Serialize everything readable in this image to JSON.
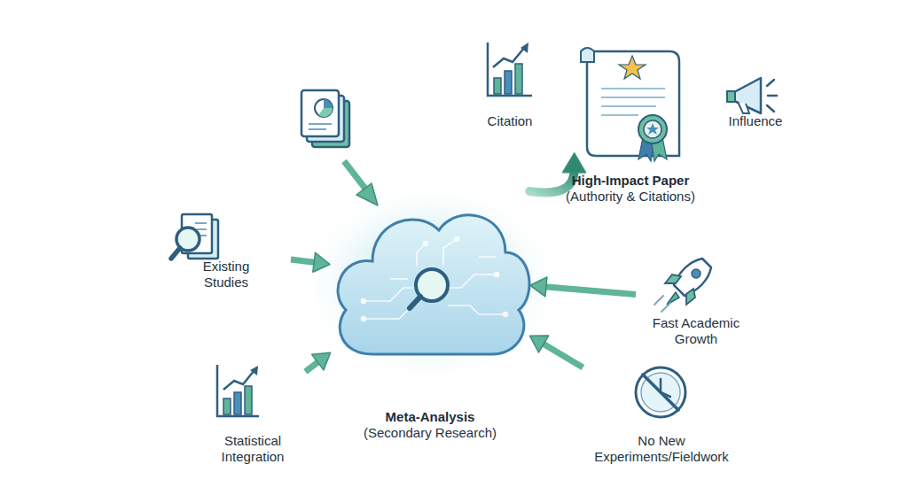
{
  "diagram": {
    "nodes": [
      {
        "text": [
          "Existing Studies"
        ]
      },
      {
        "text": [
          "Meta-Analysis",
          "(Secondary Research)"
        ]
      },
      {
        "text": [
          "High-Impact Paper",
          "(Authority & Citations)"
        ]
      },
      {
        "text": [
          "Fast Academic Growth"
        ]
      },
      {
        "text": [
          "Statistical Integration"
        ]
      },
      {
        "text": [
          "No New Experiments/Fieldwork"
        ]
      }
    ],
    "edges": [
      {
        "from": 0,
        "to": 1,
        "arrow": "to"
      },
      {
        "from": 4,
        "to": 1,
        "arrow": "to"
      },
      {
        "from": 3,
        "to": 1,
        "arrow": "to"
      },
      {
        "from": 5,
        "to": 1,
        "arrow": "to"
      },
      {
        "from": 1,
        "to": 2,
        "arrow": "to"
      }
    ],
    "labels": [
      "Citation",
      "Influence"
    ]
  }
}
